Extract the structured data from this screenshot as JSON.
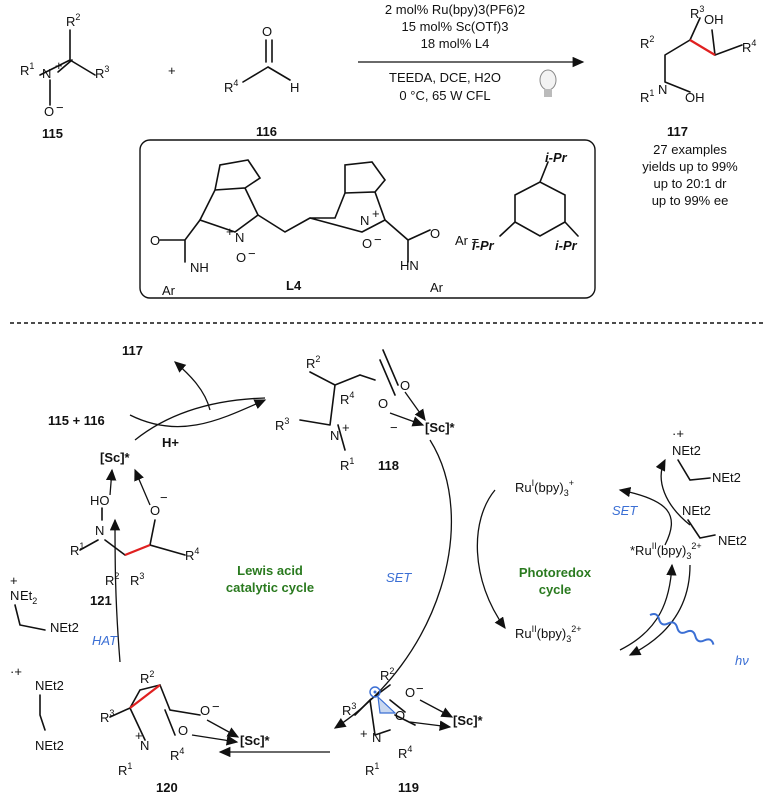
{
  "conditions": {
    "line1": "2 mol% Ru(bpy)3(PF6)2",
    "line2": "15 mol% Sc(OTf)3",
    "line3": "18 mol% L4",
    "line4": "TEEDA, DCE, H2O",
    "line5": "0 °C, 65 W CFL"
  },
  "reactants": {
    "nitrone": "115",
    "aldehyde": "116"
  },
  "product": {
    "id": "117",
    "examples": "27 examples",
    "yields": "yields up to 99%",
    "dr": "up to 20:1 dr",
    "ee": "up to 99% ee"
  },
  "ligand": {
    "id": "L4",
    "ar_label": "Ar =",
    "ipr": "i-Pr"
  },
  "cycle": {
    "top_product": "117",
    "reagents": "115 + 116",
    "proton": "H+",
    "lewis_label_1": "Lewis acid",
    "lewis_label_2": "catalytic cycle",
    "photo_label_1": "Photoredox",
    "photo_label_2": "cycle",
    "set_left": "SET",
    "set_right": "SET",
    "hat": "HAT",
    "hv": "hν",
    "sc": "[Sc]*",
    "ru1": "RuI(bpy)3+",
    "ru_star": "*RuII(bpy)32+",
    "ru2": "RuII(bpy)32+",
    "int118": "118",
    "int119": "119",
    "int120": "120",
    "int121": "121",
    "amine": "NEt2"
  },
  "colors": {
    "accent_blue": "#3b6fd4",
    "label_green": "#2a7a1f",
    "new_bond_red": "#e02020"
  }
}
